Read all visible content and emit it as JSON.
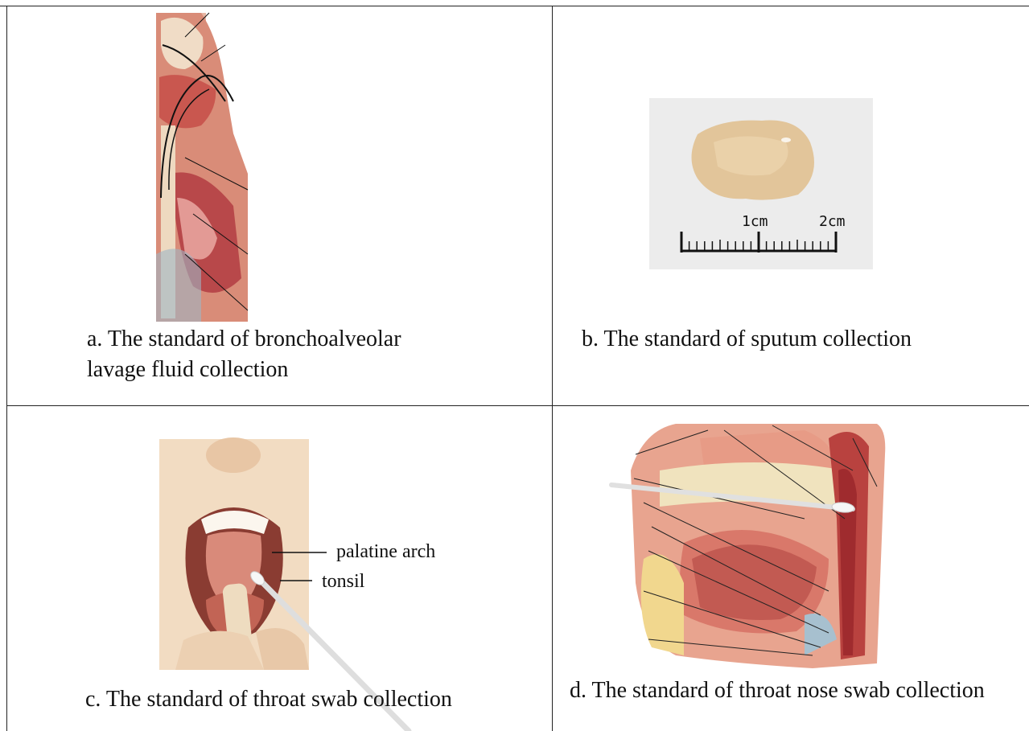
{
  "panels": {
    "a": {
      "caption_line1": "a. The standard of  bronchoalveolar",
      "caption_line2": "lavage fluid collection"
    },
    "b": {
      "caption": "b. The standard of sputum collection",
      "scale_labels": [
        "1cm",
        "2cm"
      ]
    },
    "c": {
      "caption": "c.  The standard of throat swab collection",
      "labels": [
        "palatine arch",
        "tonsil"
      ]
    },
    "d": {
      "caption": "d. The standard of throat nose swab collection"
    }
  },
  "colors": {
    "border": "#222222",
    "tissue_red": "#c9574f",
    "skin": "#e8c9a6",
    "bone": "#f1e2bf",
    "swab": "#e9e9e9"
  }
}
